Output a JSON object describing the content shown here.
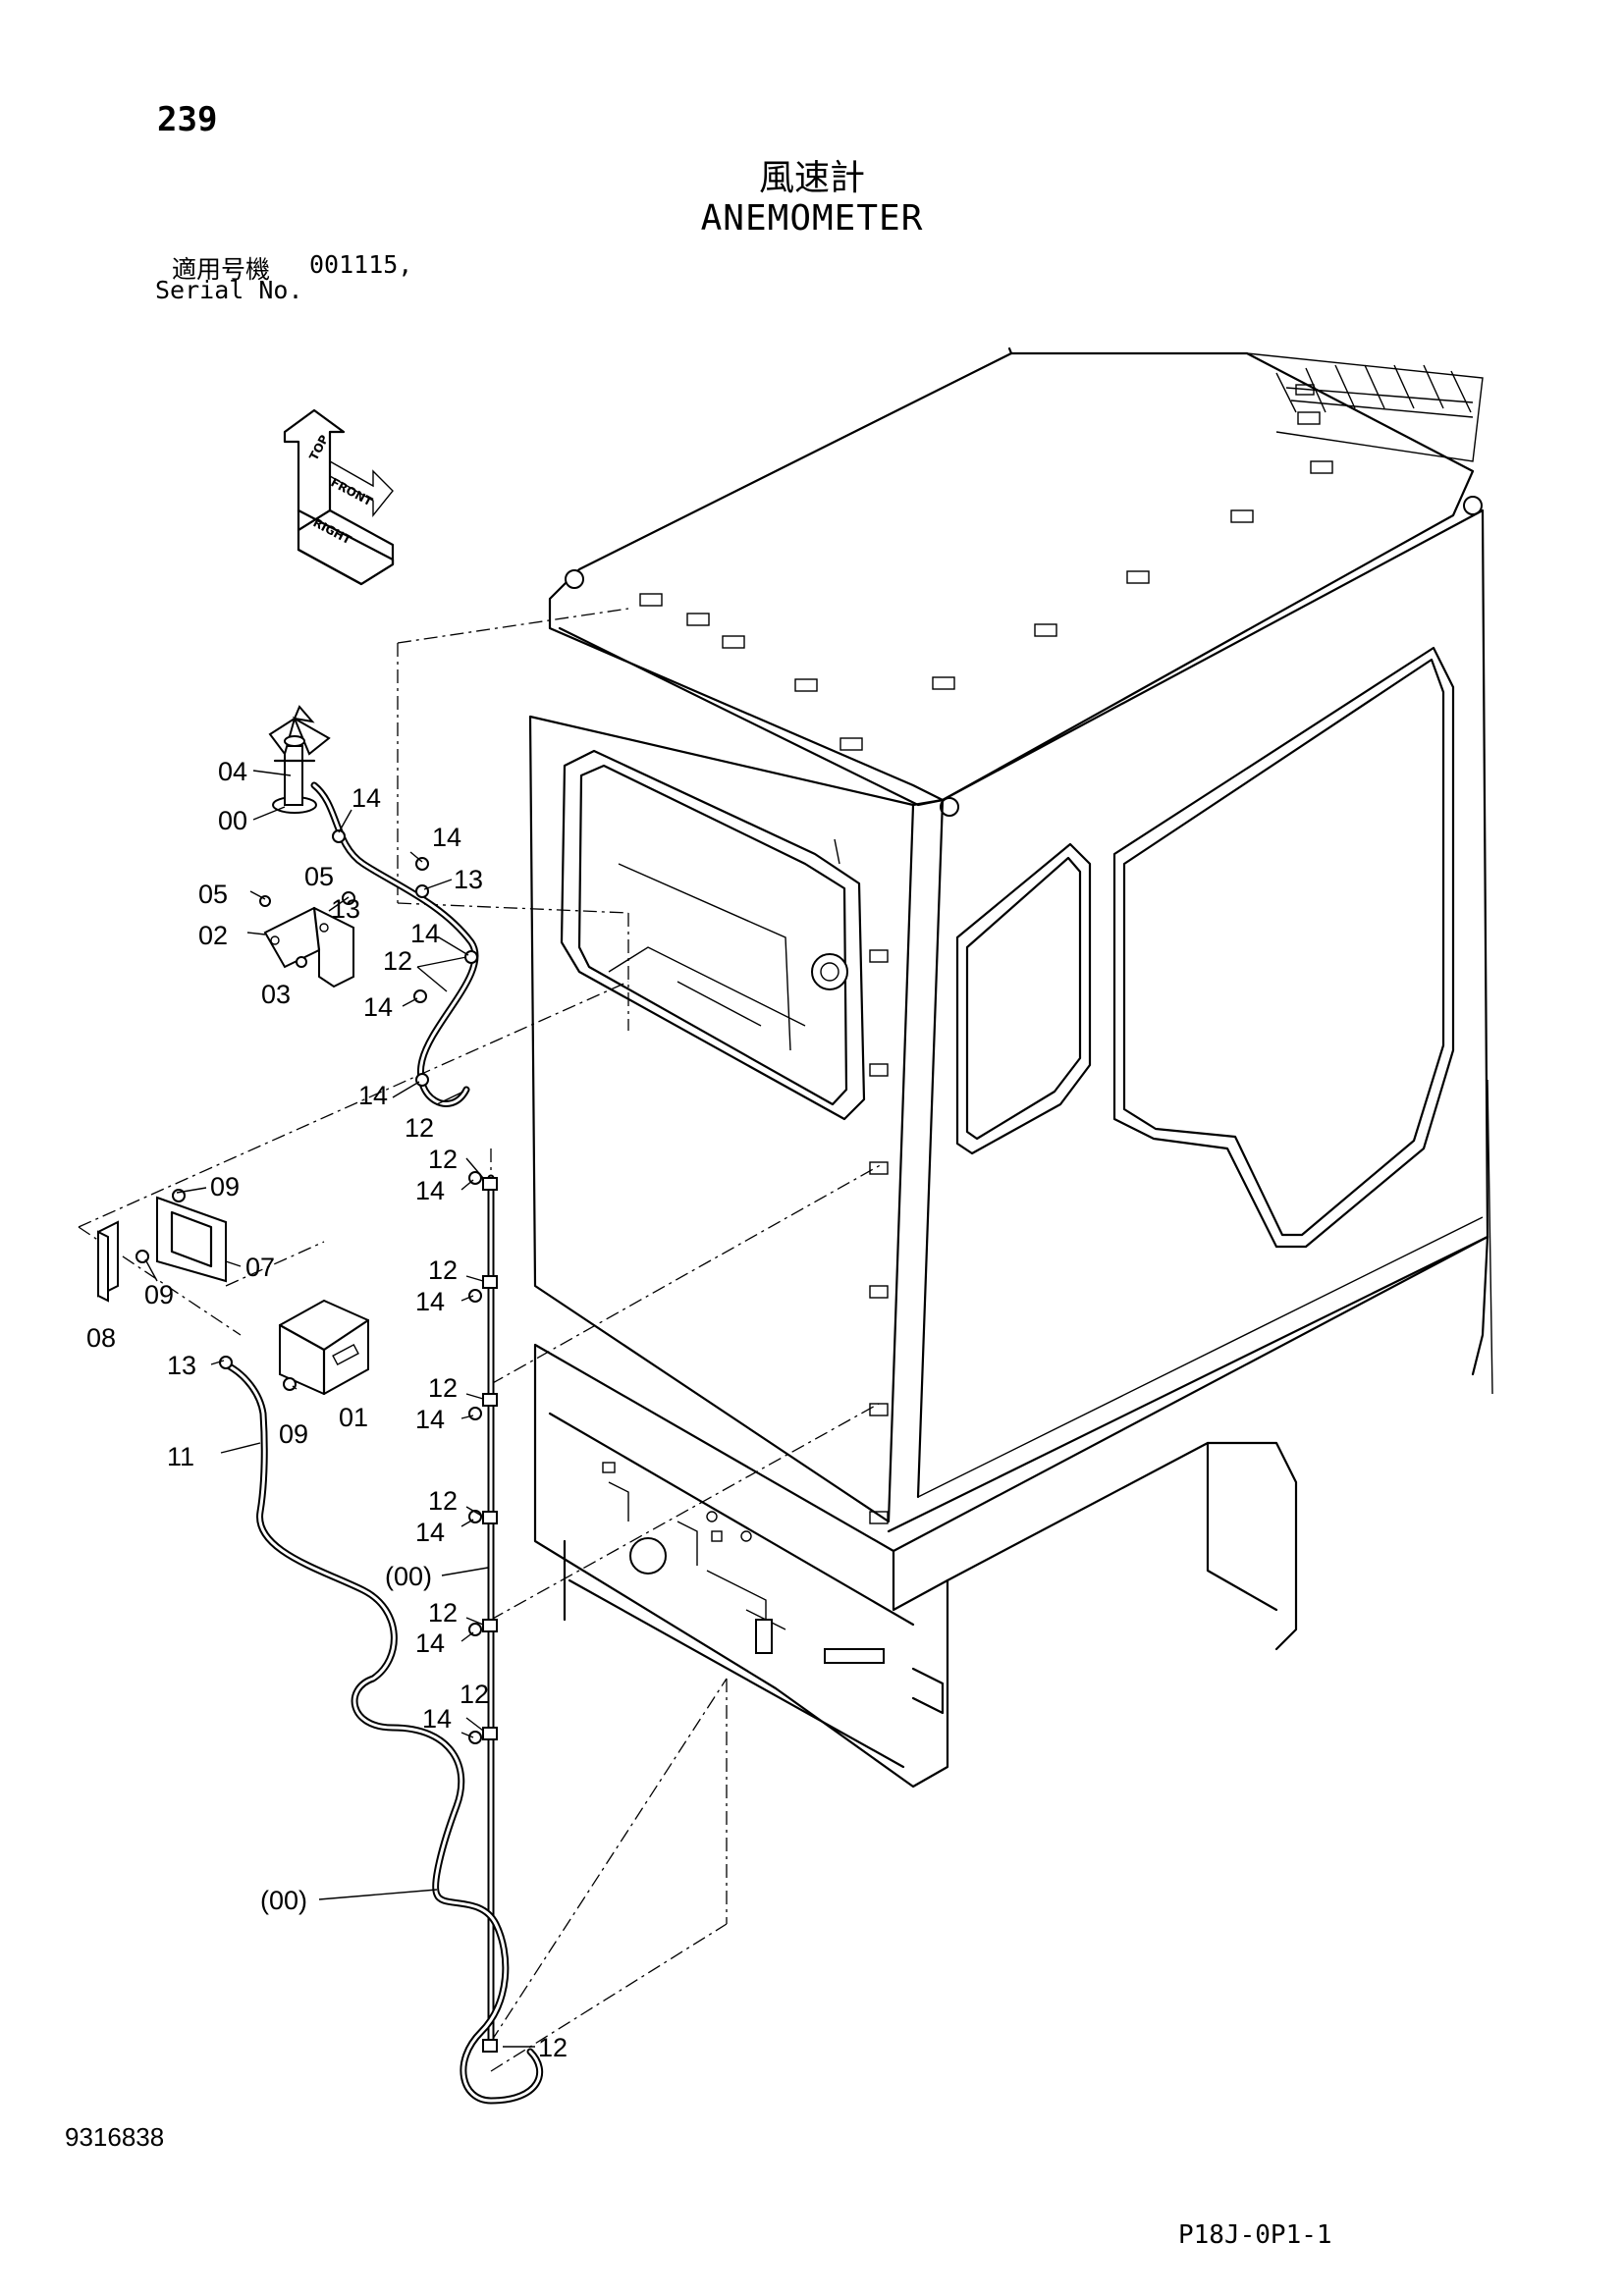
{
  "header": {
    "page_number": "239",
    "title_jp": "風速計",
    "title_en": "ANEMOMETER",
    "serial_label_jp": "適用号機",
    "serial_value": "001115,",
    "serial_label_en": "Serial No."
  },
  "orientation": {
    "top": "TOP",
    "front": "FRONT",
    "right": "RIGHT"
  },
  "callouts": {
    "c04": "04",
    "c00": "00",
    "c14_a": "14",
    "c14_b": "14",
    "c05_a": "05",
    "c13_a": "13",
    "c13_b": "13",
    "c05_b": "05",
    "c02": "02",
    "c14_c": "14",
    "c12_a": "12",
    "c03": "03",
    "c14_d": "14",
    "c14_e": "14",
    "c12_b": "12",
    "c09_a": "09",
    "c12_c": "12",
    "c14_f": "14",
    "c07": "07",
    "c09_b": "09",
    "c08": "08",
    "c12_d": "12",
    "c14_g": "14",
    "c13_c": "13",
    "c12_e": "12",
    "c14_h": "14",
    "c09_c": "09",
    "c01": "01",
    "c11": "11",
    "c12_f": "12",
    "c14_i": "14",
    "c00_p1": "(00)",
    "c12_g": "12",
    "c14_j": "14",
    "c12_h": "12",
    "c14_k": "14",
    "c00_p2": "(00)",
    "c12_i": "12"
  },
  "footer": {
    "drawing_number": "9316838",
    "sheet_code": "P18J-0P1-1"
  }
}
